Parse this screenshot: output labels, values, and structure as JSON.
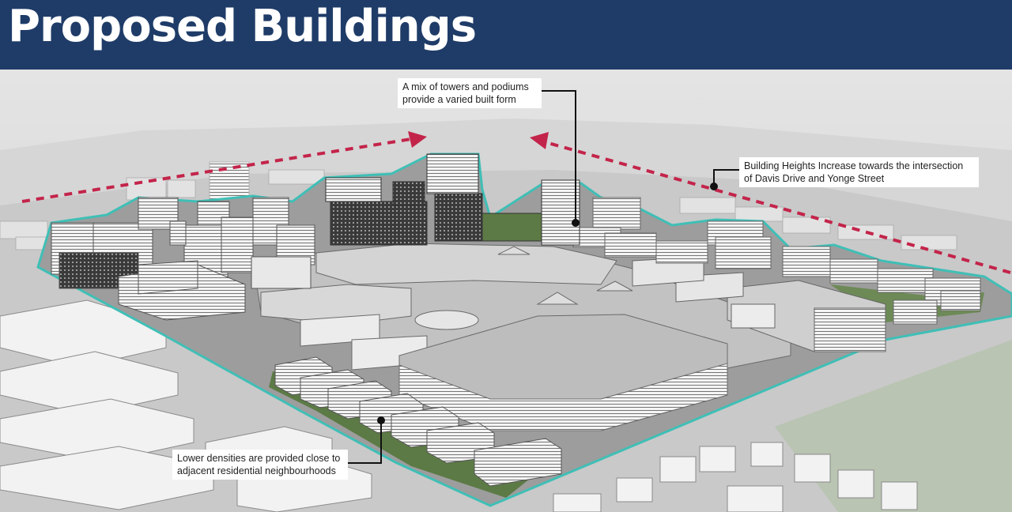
{
  "header": {
    "title": "Proposed Buildings",
    "background_color": "#1f3c68"
  },
  "callouts": {
    "towers_podiums": {
      "line1": "A mix of towers and podiums",
      "line2": "provide a varied built form"
    },
    "heights_increase": {
      "line1": "Building Heights Increase towards the intersection",
      "line2": "of Davis Drive and Yonge Street"
    },
    "lower_densities": {
      "line1": "Lower densities are provided close to",
      "line2": "adjacent residential neighbourhoods"
    }
  },
  "colors": {
    "site_boundary": "#3fbfb6",
    "height_arrows": "#c3244a",
    "callout_leader": "#111111"
  },
  "icons": [
    "height-direction-arrow",
    "site-boundary-outline",
    "callout-leader-line"
  ]
}
